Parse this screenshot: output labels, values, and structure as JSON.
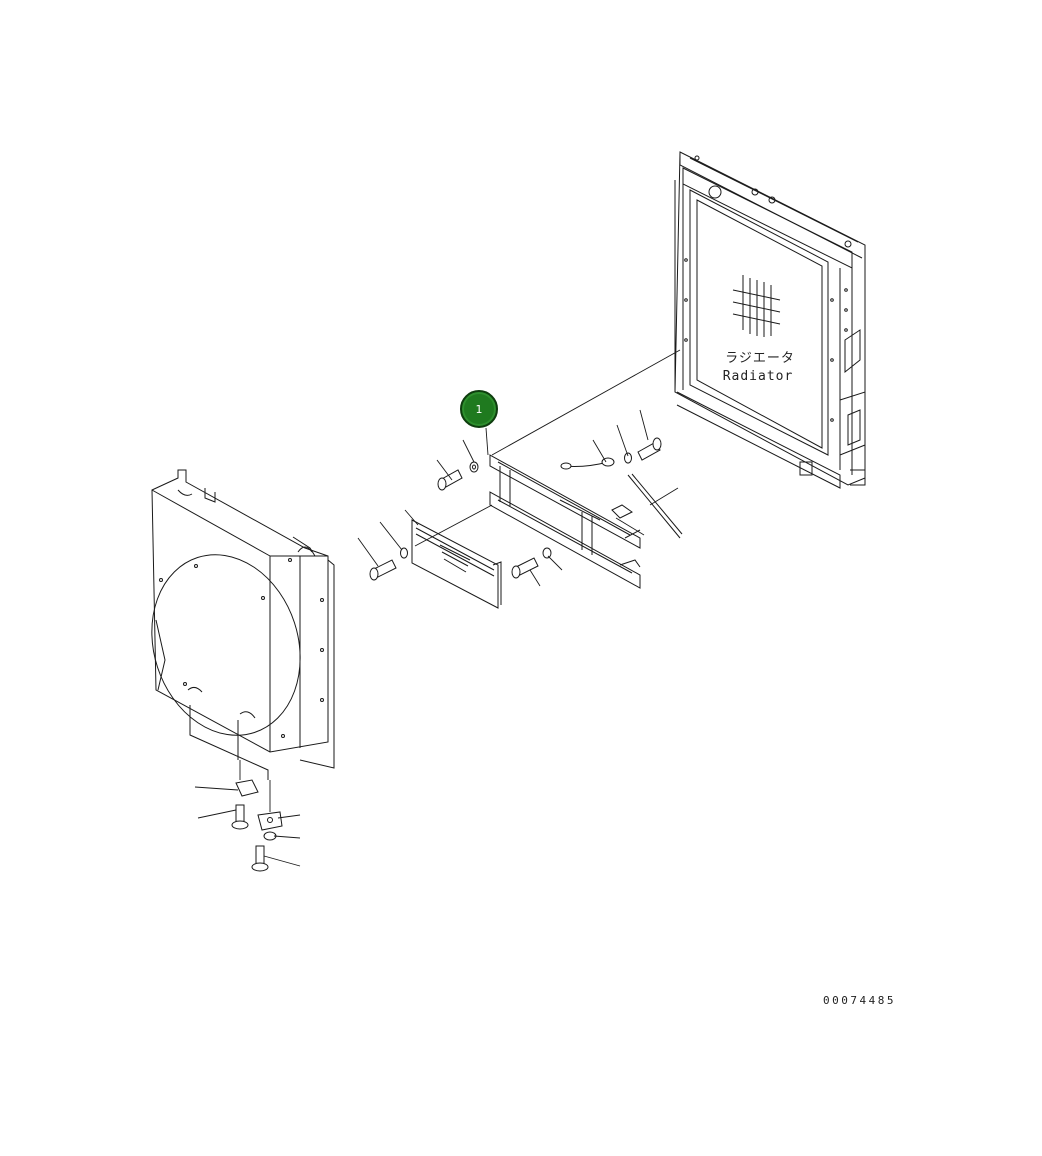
{
  "radiator_label_jp": "ラジエータ",
  "radiator_label_en": "Radiator",
  "callout": {
    "number": "1",
    "color": "#1f7a1f"
  },
  "drawing_number": "00074485"
}
